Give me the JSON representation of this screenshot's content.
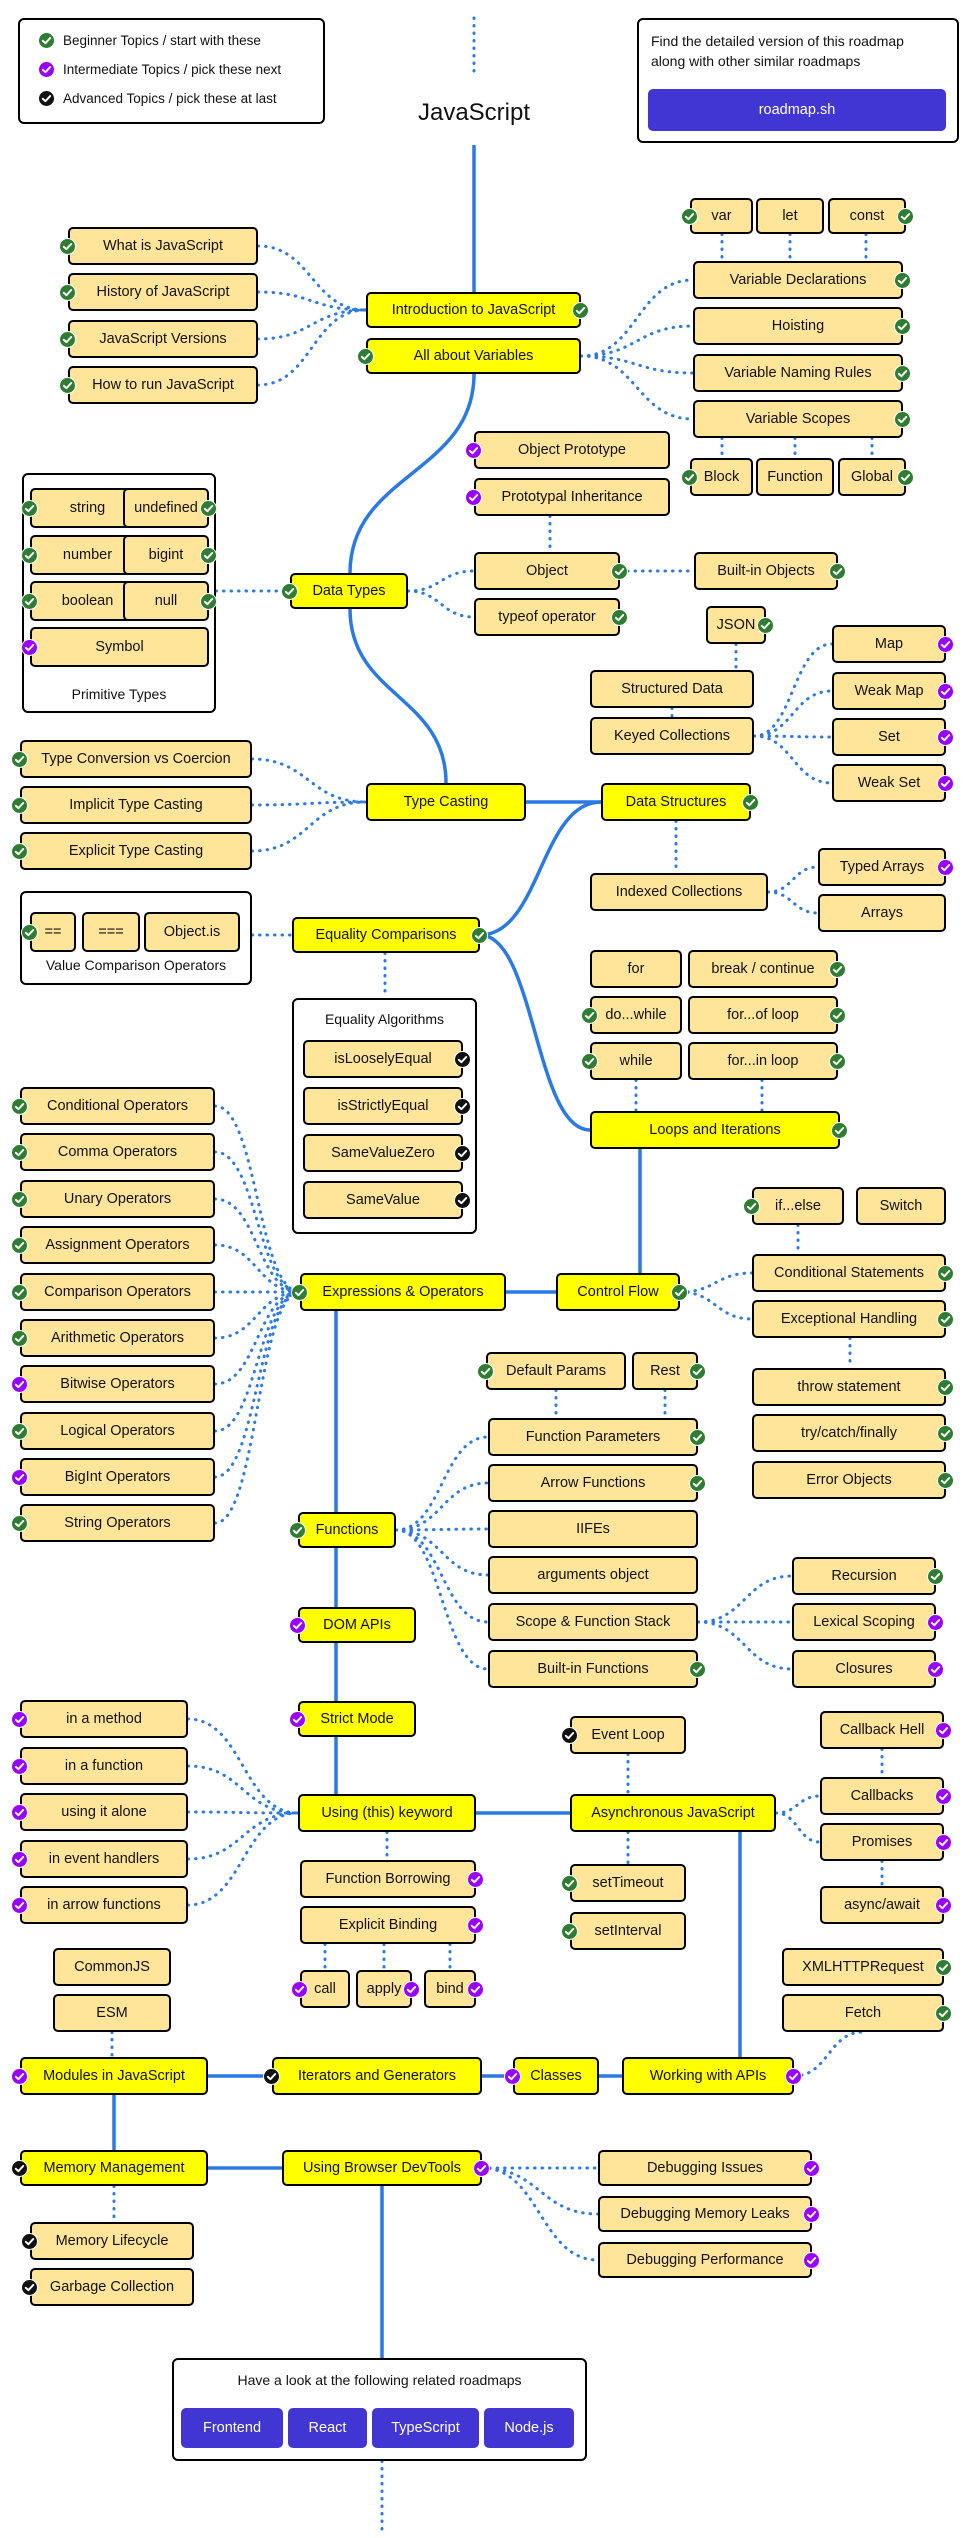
{
  "title": "JavaScript",
  "colors": {
    "beginner": "#2e7d32",
    "intermediate": "#9900ff",
    "advanced": "#111111",
    "main": "#ffff00",
    "sub": "#ffe599",
    "button": "#4136d4",
    "line": "#2a79e4"
  },
  "legend": {
    "items": [
      {
        "label": "Beginner Topics / start with these",
        "level": "beginner"
      },
      {
        "label": "Intermediate Topics / pick these next",
        "level": "intermediate"
      },
      {
        "label": "Advanced Topics / pick these at last",
        "level": "advanced"
      }
    ]
  },
  "promo": {
    "text1": "Find the detailed version of this roadmap",
    "text2": "along with other similar roadmaps",
    "button": "roadmap.sh"
  },
  "groups": {
    "primitive_types": "Primitive Types",
    "value_comparison": "Value Comparison Operators",
    "equality_algorithms": "Equality Algorithms"
  },
  "related": {
    "heading": "Have a look at the following related roadmaps",
    "links": [
      "Frontend",
      "React",
      "TypeScript",
      "Node.js"
    ]
  },
  "nodes": {
    "intro": {
      "label": "Introduction to JavaScript",
      "level": "beginner"
    },
    "what_is_js": {
      "label": "What is JavaScript",
      "level": "beginner"
    },
    "history_js": {
      "label": "History of JavaScript",
      "level": "beginner"
    },
    "js_versions": {
      "label": "JavaScript Versions",
      "level": "beginner"
    },
    "how_to_run": {
      "label": "How to run JavaScript",
      "level": "beginner"
    },
    "variables": {
      "label": "All about Variables",
      "level": "beginner"
    },
    "var": {
      "label": "var",
      "level": "beginner"
    },
    "let": {
      "label": "let",
      "level": "none"
    },
    "const": {
      "label": "const",
      "level": "beginner"
    },
    "var_decl": {
      "label": "Variable Declarations",
      "level": "beginner"
    },
    "hoisting": {
      "label": "Hoisting",
      "level": "beginner"
    },
    "var_naming": {
      "label": "Variable Naming Rules",
      "level": "beginner"
    },
    "var_scopes": {
      "label": "Variable Scopes",
      "level": "beginner"
    },
    "block": {
      "label": "Block",
      "level": "beginner"
    },
    "function_scope": {
      "label": "Function",
      "level": "none"
    },
    "global": {
      "label": "Global",
      "level": "beginner"
    },
    "data_types": {
      "label": "Data Types",
      "level": "beginner"
    },
    "string": {
      "label": "string",
      "level": "beginner"
    },
    "undefined": {
      "label": "undefined",
      "level": "beginner"
    },
    "number": {
      "label": "number",
      "level": "beginner"
    },
    "bigint": {
      "label": "bigint",
      "level": "beginner"
    },
    "boolean": {
      "label": "boolean",
      "level": "beginner"
    },
    "null": {
      "label": "null",
      "level": "beginner"
    },
    "symbol": {
      "label": "Symbol",
      "level": "intermediate"
    },
    "object_prototype": {
      "label": "Object Prototype",
      "level": "intermediate"
    },
    "prototypal_inheritance": {
      "label": "Prototypal Inheritance",
      "level": "intermediate"
    },
    "object": {
      "label": "Object",
      "level": "beginner"
    },
    "typeof": {
      "label": "typeof operator",
      "level": "beginner"
    },
    "builtin_objects": {
      "label": "Built-in Objects",
      "level": "beginner"
    },
    "type_casting": {
      "label": "Type Casting",
      "level": "beginner"
    },
    "type_conversion": {
      "label": "Type Conversion vs Coercion",
      "level": "beginner"
    },
    "implicit_casting": {
      "label": "Implicit Type Casting",
      "level": "beginner"
    },
    "explicit_casting": {
      "label": "Explicit Type Casting",
      "level": "beginner"
    },
    "data_structures": {
      "label": "Data Structures",
      "level": "beginner"
    },
    "json": {
      "label": "JSON",
      "level": "beginner"
    },
    "structured_data": {
      "label": "Structured Data",
      "level": "none"
    },
    "keyed_collections": {
      "label": "Keyed Collections",
      "level": "none"
    },
    "map": {
      "label": "Map",
      "level": "intermediate"
    },
    "weak_map": {
      "label": "Weak Map",
      "level": "intermediate"
    },
    "set": {
      "label": "Set",
      "level": "intermediate"
    },
    "weak_set": {
      "label": "Weak Set",
      "level": "intermediate"
    },
    "indexed_collections": {
      "label": "Indexed Collections",
      "level": "none"
    },
    "typed_arrays": {
      "label": "Typed Arrays",
      "level": "intermediate"
    },
    "arrays": {
      "label": "Arrays",
      "level": "none"
    },
    "equality_comparisons": {
      "label": "Equality Comparisons",
      "level": "beginner"
    },
    "double_eq": {
      "label": "==",
      "level": "beginner"
    },
    "triple_eq": {
      "label": "===",
      "level": "none"
    },
    "object_is": {
      "label": "Object.is",
      "level": "beginner"
    },
    "is_loosely_equal": {
      "label": "isLooselyEqual",
      "level": "advanced"
    },
    "is_strictly_equal": {
      "label": "isStrictlyEqual",
      "level": "advanced"
    },
    "same_value_zero": {
      "label": "SameValueZero",
      "level": "advanced"
    },
    "same_value": {
      "label": "SameValue",
      "level": "advanced"
    },
    "for": {
      "label": "for",
      "level": "none"
    },
    "break_continue": {
      "label": "break / continue",
      "level": "beginner"
    },
    "do_while": {
      "label": "do...while",
      "level": "beginner"
    },
    "for_of": {
      "label": "for...of loop",
      "level": "beginner"
    },
    "while": {
      "label": "while",
      "level": "beginner"
    },
    "for_in": {
      "label": "for...in loop",
      "level": "beginner"
    },
    "loops": {
      "label": "Loops and Iterations",
      "level": "beginner"
    },
    "conditional_operators": {
      "label": "Conditional Operators",
      "level": "beginner"
    },
    "comma_operators": {
      "label": "Comma Operators",
      "level": "beginner"
    },
    "unary_operators": {
      "label": "Unary Operators",
      "level": "beginner"
    },
    "assignment_operators": {
      "label": "Assignment Operators",
      "level": "beginner"
    },
    "comparison_operators": {
      "label": "Comparison Operators",
      "level": "beginner"
    },
    "arithmetic_operators": {
      "label": "Arithmetic Operators",
      "level": "beginner"
    },
    "bitwise_operators": {
      "label": "Bitwise Operators",
      "level": "intermediate"
    },
    "logical_operators": {
      "label": "Logical Operators",
      "level": "beginner"
    },
    "bigint_operators": {
      "label": "BigInt Operators",
      "level": "intermediate"
    },
    "string_operators": {
      "label": "String Operators",
      "level": "beginner"
    },
    "expressions_operators": {
      "label": "Expressions & Operators",
      "level": "beginner"
    },
    "control_flow": {
      "label": "Control Flow",
      "level": "beginner"
    },
    "if_else": {
      "label": "if...else",
      "level": "beginner"
    },
    "switch": {
      "label": "Switch",
      "level": "beginner"
    },
    "conditional_statements": {
      "label": "Conditional Statements",
      "level": "beginner"
    },
    "exceptional_handling": {
      "label": "Exceptional Handling",
      "level": "beginner"
    },
    "throw_statement": {
      "label": "throw statement",
      "level": "beginner"
    },
    "try_catch": {
      "label": "try/catch/finally",
      "level": "beginner"
    },
    "error_objects": {
      "label": "Error Objects",
      "level": "beginner"
    },
    "default_params": {
      "label": "Default Params",
      "level": "beginner"
    },
    "rest": {
      "label": "Rest",
      "level": "beginner"
    },
    "function_parameters": {
      "label": "Function Parameters",
      "level": "beginner"
    },
    "arrow_functions": {
      "label": "Arrow Functions",
      "level": "beginner"
    },
    "iifes": {
      "label": "IIFEs",
      "level": "none"
    },
    "arguments_object": {
      "label": "arguments object",
      "level": "none"
    },
    "scope_function_stack": {
      "label": "Scope & Function Stack",
      "level": "none"
    },
    "builtin_functions": {
      "label": "Built-in Functions",
      "level": "beginner"
    },
    "functions": {
      "label": "Functions",
      "level": "beginner"
    },
    "recursion": {
      "label": "Recursion",
      "level": "beginner"
    },
    "lexical_scoping": {
      "label": "Lexical Scoping",
      "level": "intermediate"
    },
    "closures": {
      "label": "Closures",
      "level": "intermediate"
    },
    "dom_apis": {
      "label": "DOM APIs",
      "level": "intermediate"
    },
    "strict_mode": {
      "label": "Strict Mode",
      "level": "intermediate"
    },
    "in_a_method": {
      "label": "in a method",
      "level": "intermediate"
    },
    "in_a_function": {
      "label": "in a function",
      "level": "intermediate"
    },
    "using_it_alone": {
      "label": "using it alone",
      "level": "intermediate"
    },
    "in_event_handlers": {
      "label": "in event handlers",
      "level": "intermediate"
    },
    "in_arrow_functions": {
      "label": "in arrow functions",
      "level": "intermediate"
    },
    "using_this": {
      "label": "Using (this) keyword",
      "level": "intermediate"
    },
    "function_borrowing": {
      "label": "Function Borrowing",
      "level": "intermediate"
    },
    "explicit_binding": {
      "label": "Explicit Binding",
      "level": "intermediate"
    },
    "call": {
      "label": "call",
      "level": "intermediate"
    },
    "apply": {
      "label": "apply",
      "level": "intermediate"
    },
    "bind": {
      "label": "bind",
      "level": "intermediate"
    },
    "event_loop": {
      "label": "Event Loop",
      "level": "advanced"
    },
    "async_js": {
      "label": "Asynchronous JavaScript",
      "level": "none"
    },
    "set_timeout": {
      "label": "setTimeout",
      "level": "beginner"
    },
    "set_interval": {
      "label": "setInterval",
      "level": "beginner"
    },
    "callback_hell": {
      "label": "Callback Hell",
      "level": "intermediate"
    },
    "callbacks": {
      "label": "Callbacks",
      "level": "intermediate"
    },
    "promises": {
      "label": "Promises",
      "level": "intermediate"
    },
    "async_await": {
      "label": "async/await",
      "level": "intermediate"
    },
    "xmlhttprequest": {
      "label": "XMLHTTPRequest",
      "level": "beginner"
    },
    "fetch": {
      "label": "Fetch",
      "level": "beginner"
    },
    "commonjs": {
      "label": "CommonJS",
      "level": "none"
    },
    "esm": {
      "label": "ESM",
      "level": "none"
    },
    "modules": {
      "label": "Modules in JavaScript",
      "level": "intermediate"
    },
    "iterators_generators": {
      "label": "Iterators and Generators",
      "level": "advanced"
    },
    "classes": {
      "label": "Classes",
      "level": "intermediate"
    },
    "working_with_apis": {
      "label": "Working with APIs",
      "level": "intermediate"
    },
    "memory_management": {
      "label": "Memory Management",
      "level": "advanced"
    },
    "browser_devtools": {
      "label": "Using Browser DevTools",
      "level": "intermediate"
    },
    "debugging_issues": {
      "label": "Debugging Issues",
      "level": "intermediate"
    },
    "debugging_memory_leaks": {
      "label": "Debugging Memory Leaks",
      "level": "intermediate"
    },
    "debugging_performance": {
      "label": "Debugging Performance",
      "level": "intermediate"
    },
    "memory_lifecycle": {
      "label": "Memory Lifecycle",
      "level": "advanced"
    },
    "garbage_collection": {
      "label": "Garbage Collection",
      "level": "advanced"
    }
  }
}
